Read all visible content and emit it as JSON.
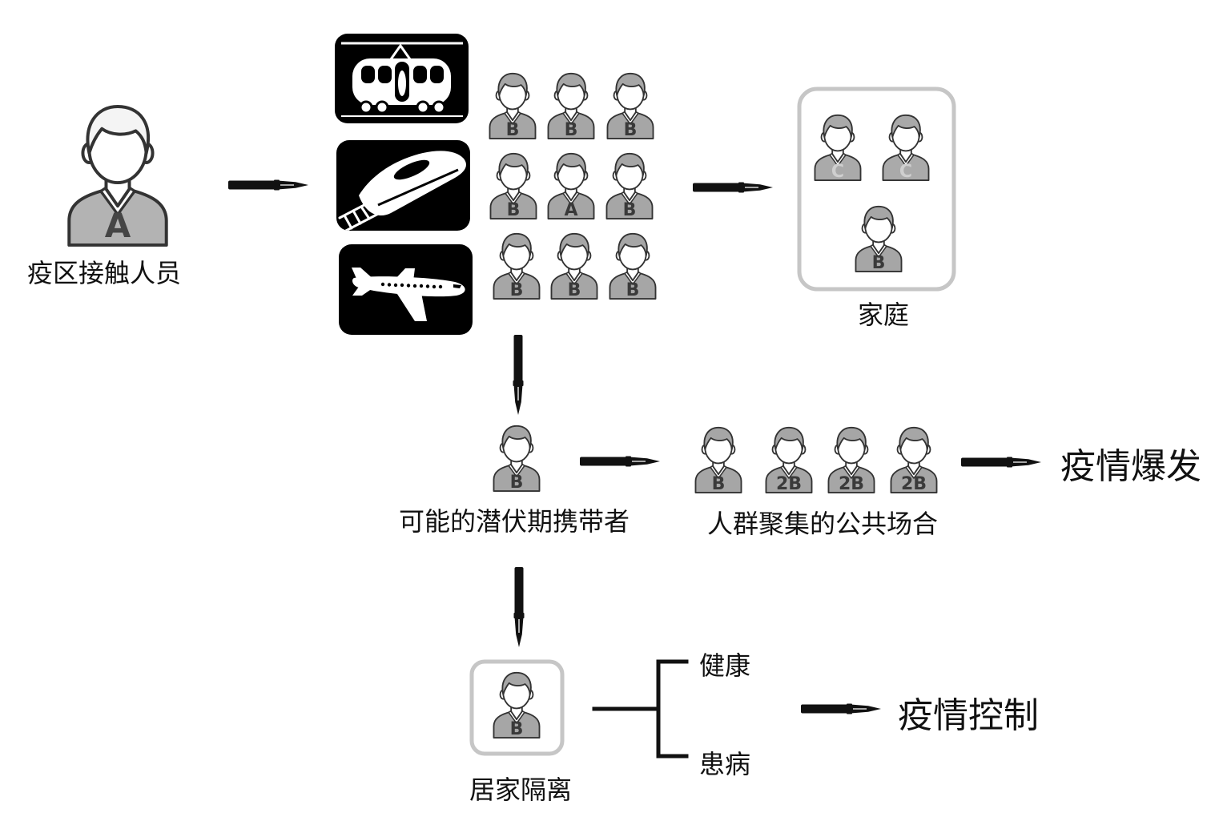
{
  "source_person": {
    "badge": "A",
    "label": "疫区接触人员"
  },
  "transport": {
    "icons": [
      "tram-icon",
      "high-speed-train-icon",
      "airplane-icon"
    ]
  },
  "passengers": {
    "badges": [
      "B",
      "B",
      "B",
      "B",
      "A",
      "B",
      "B",
      "B",
      "B"
    ]
  },
  "family": {
    "badges": [
      "C",
      "C",
      "B"
    ],
    "label": "家庭"
  },
  "carrier": {
    "badge": "B",
    "label": "可能的潜伏期携带者"
  },
  "public_gathering": {
    "badges": [
      "B",
      "2B",
      "2B",
      "2B"
    ],
    "label": "人群聚集的公共场合"
  },
  "outbreak": {
    "label": "疫情爆发"
  },
  "home_isolation": {
    "badge": "B",
    "label": "居家隔离"
  },
  "outcomes": {
    "healthy": "健康",
    "sick": "患病"
  },
  "control": {
    "label": "疫情控制"
  },
  "colors": {
    "ink": "#111111",
    "shirt": "#a6a6a6",
    "box_border": "#c6c6c6",
    "icon_background": "#000000"
  }
}
